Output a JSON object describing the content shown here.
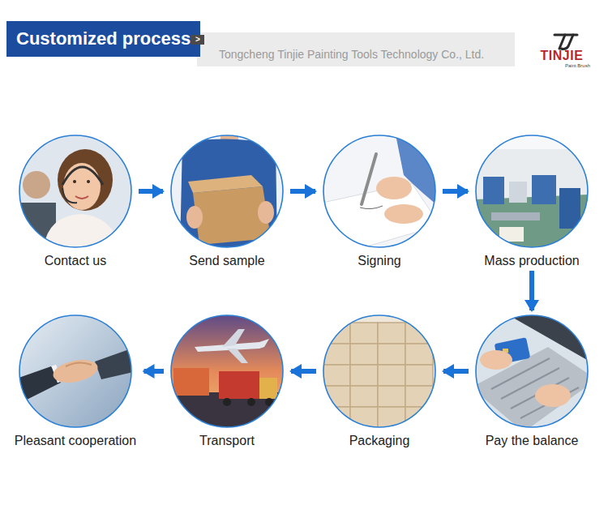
{
  "diagram": {
    "title": "Customized process",
    "nodes": [
      {
        "text": [
          "Contact us"
        ]
      },
      {
        "text": [
          "Send sample"
        ]
      },
      {
        "text": [
          "Signing"
        ]
      },
      {
        "text": [
          "Mass production"
        ]
      },
      {
        "text": [
          "Pay the balance"
        ]
      },
      {
        "text": [
          "Packaging"
        ]
      },
      {
        "text": [
          "Transport"
        ]
      },
      {
        "text": [
          "Pleasant cooperation"
        ]
      }
    ],
    "edges": [
      {
        "from": 0,
        "to": 1,
        "arrow": "to"
      },
      {
        "from": 1,
        "to": 2,
        "arrow": "to"
      },
      {
        "from": 2,
        "to": 3,
        "arrow": "to"
      },
      {
        "from": 3,
        "to": 4,
        "arrow": "to"
      },
      {
        "from": 4,
        "to": 5,
        "arrow": "to"
      },
      {
        "from": 5,
        "to": 6,
        "arrow": "to"
      },
      {
        "from": 6,
        "to": 7,
        "arrow": "to"
      }
    ],
    "labels": [
      ">",
      "Tongcheng Tinjie Painting Tools Technology Co., Ltd.",
      "TINJIE",
      "Paint Brush"
    ]
  }
}
